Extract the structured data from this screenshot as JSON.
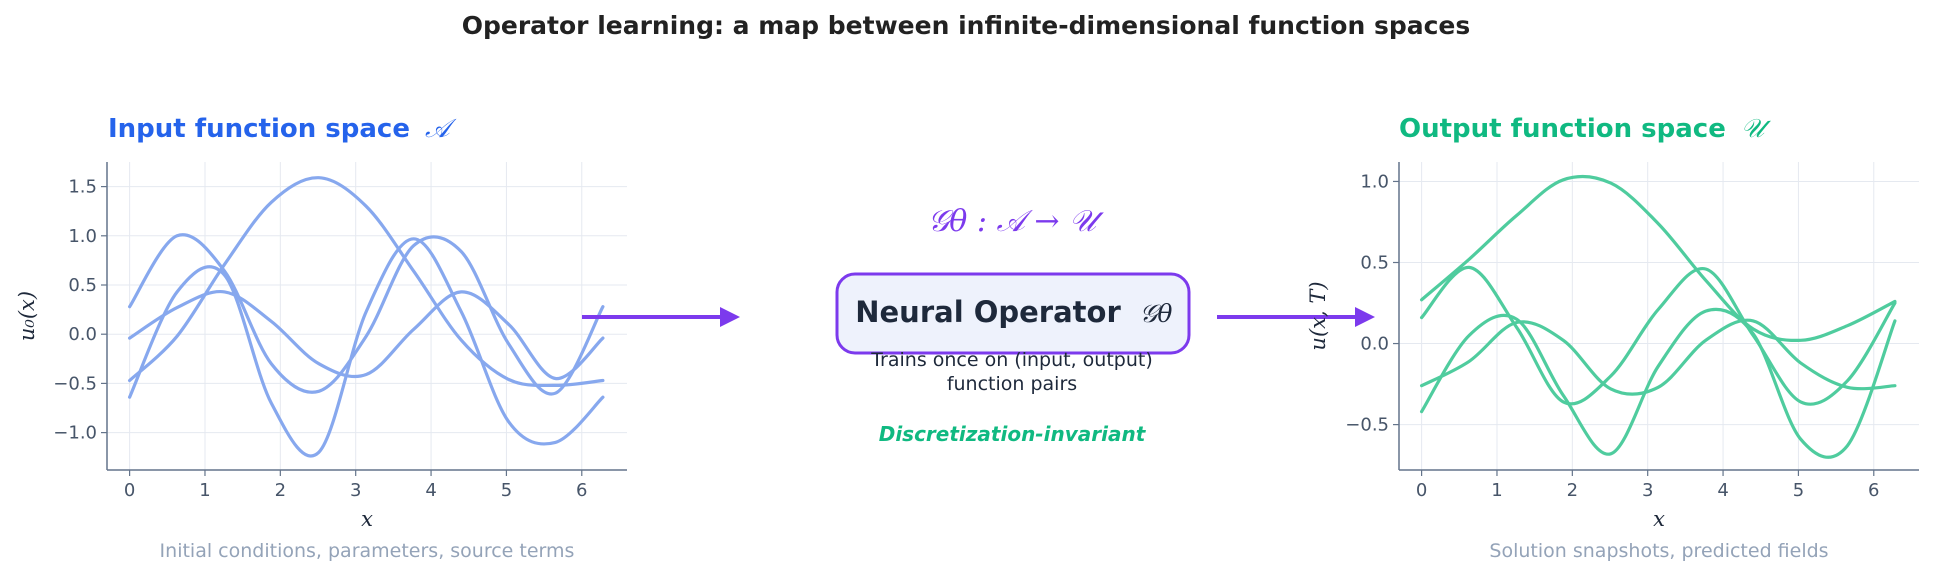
{
  "title": "Operator learning: a map between infinite-dimensional function spaces",
  "colors": {
    "input": "#2563eb",
    "input_curve": "#87a8ee",
    "output": "#10b981",
    "output_curve": "#4fcc9e",
    "operator": "#7c3aed",
    "box_fill": "#eef2fc",
    "caption": "#94a3b8",
    "axis": "#64748b",
    "tick": "#475569",
    "text_dark": "#1e293b",
    "grid": "#e5e9f0"
  },
  "input_panel": {
    "title_text": "Input function space",
    "title_symbol": "𝒜",
    "xlabel": "x",
    "ylabel": "u₀(x)",
    "caption": "Initial conditions, parameters, source terms"
  },
  "output_panel": {
    "title_text": "Output function space",
    "title_symbol": "𝒰",
    "xlabel": "x",
    "ylabel": "u(x, T)",
    "caption": "Solution snapshots, predicted fields"
  },
  "operator": {
    "formula": "𝒢θ : 𝒜 → 𝒰",
    "box_label": "Neural Operator",
    "box_symbol": "𝒢θ",
    "description_line1": "Trains once on (input, output)",
    "description_line2": "function pairs",
    "tagline": "Discretization-invariant"
  },
  "chart_data": [
    {
      "type": "line",
      "xlim": [
        -0.3,
        6.6
      ],
      "ylim": [
        -1.38,
        1.75
      ],
      "xticks": [
        0,
        1,
        2,
        3,
        4,
        5,
        6
      ],
      "yticks": [
        -1.0,
        -0.5,
        0.0,
        0.5,
        1.0,
        1.5
      ],
      "ytick_labels": [
        "−1.0",
        "−0.5",
        "0.0",
        "0.5",
        "1.0",
        "1.5"
      ],
      "grid": true,
      "x_range": [
        0,
        6.283
      ],
      "series": [
        {
          "x": [
            0,
            0.63,
            1.26,
            1.88,
            2.51,
            3.14,
            3.77,
            4.4,
            5.03,
            5.65,
            6.28
          ],
          "y": [
            -0.47,
            -0.02,
            0.71,
            1.34,
            1.59,
            1.3,
            0.64,
            -0.06,
            -0.46,
            -0.52,
            -0.47
          ]
        },
        {
          "x": [
            0,
            0.63,
            1.26,
            1.88,
            2.51,
            3.14,
            3.77,
            4.4,
            5.03,
            5.65,
            6.28
          ],
          "y": [
            0.28,
            1.0,
            0.64,
            -0.3,
            -0.58,
            -0.02,
            0.9,
            0.84,
            -0.1,
            -0.6,
            0.28
          ]
        },
        {
          "x": [
            0,
            0.63,
            1.26,
            1.88,
            2.51,
            3.14,
            3.77,
            4.4,
            5.03,
            5.65,
            6.28
          ],
          "y": [
            -0.64,
            0.43,
            0.6,
            -0.7,
            -1.2,
            0.23,
            0.97,
            0.23,
            -0.89,
            -1.1,
            -0.64
          ]
        },
        {
          "x": [
            0,
            0.63,
            1.26,
            1.88,
            2.51,
            3.14,
            3.77,
            4.4,
            5.03,
            5.65,
            6.28
          ],
          "y": [
            -0.04,
            0.27,
            0.43,
            0.13,
            -0.3,
            -0.41,
            0.05,
            0.43,
            0.1,
            -0.45,
            -0.04
          ]
        }
      ]
    },
    {
      "type": "line",
      "xlim": [
        -0.3,
        6.6
      ],
      "ylim": [
        -0.78,
        1.12
      ],
      "xticks": [
        0,
        1,
        2,
        3,
        4,
        5,
        6
      ],
      "yticks": [
        -0.5,
        0.0,
        0.5,
        1.0
      ],
      "ytick_labels": [
        "−0.5",
        "0.0",
        "0.5",
        "1.0"
      ],
      "grid": true,
      "x_range": [
        0,
        6.283
      ],
      "series": [
        {
          "x": [
            0,
            0.63,
            1.26,
            1.88,
            2.51,
            3.14,
            3.77,
            4.4,
            5.03,
            5.65,
            6.28
          ],
          "y": [
            0.27,
            0.52,
            0.79,
            1.01,
            0.99,
            0.74,
            0.39,
            0.09,
            0.02,
            0.11,
            0.26
          ]
        },
        {
          "x": [
            0,
            0.63,
            1.26,
            1.88,
            2.51,
            3.14,
            3.77,
            4.4,
            5.03,
            5.65,
            6.28
          ],
          "y": [
            0.16,
            0.47,
            0.1,
            -0.36,
            -0.2,
            0.21,
            0.46,
            0.05,
            -0.36,
            -0.23,
            0.25
          ]
        },
        {
          "x": [
            0,
            0.63,
            1.26,
            1.88,
            2.51,
            3.14,
            3.77,
            4.4,
            5.03,
            5.65,
            6.28
          ],
          "y": [
            -0.42,
            0.05,
            0.15,
            -0.32,
            -0.68,
            -0.14,
            0.2,
            0.06,
            -0.59,
            -0.63,
            0.14
          ]
        },
        {
          "x": [
            0,
            0.63,
            1.26,
            1.88,
            2.51,
            3.14,
            3.77,
            4.4,
            5.03,
            5.65,
            6.28
          ],
          "y": [
            -0.26,
            -0.11,
            0.13,
            0.02,
            -0.28,
            -0.27,
            0.02,
            0.14,
            -0.12,
            -0.27,
            -0.26
          ]
        }
      ]
    }
  ]
}
